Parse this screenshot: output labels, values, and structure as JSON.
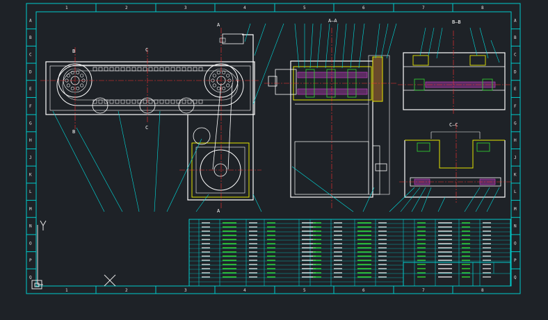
{
  "border": {
    "top_zones": [
      "1",
      "2",
      "3",
      "4",
      "5",
      "6",
      "7",
      "8"
    ],
    "bottom_zones": [
      "1",
      "2",
      "3",
      "4",
      "5",
      "6",
      "7",
      "8"
    ],
    "left_zones": [
      "A",
      "B",
      "C",
      "D",
      "E",
      "F",
      "G",
      "H",
      "J",
      "K",
      "L",
      "M",
      "N",
      "O",
      "P",
      "Q"
    ],
    "right_zones": [
      "A",
      "B",
      "C",
      "D",
      "E",
      "F",
      "G",
      "H",
      "J",
      "K",
      "L",
      "M",
      "N",
      "O",
      "P",
      "Q"
    ]
  },
  "section_labels": {
    "aa": "A—A",
    "bb": "B—B",
    "cc": "C—C",
    "b_top": "B",
    "b_bottom": "B",
    "c_top": "C",
    "c_bottom": "C",
    "a_top": "A",
    "a_bottom": "A"
  },
  "colors": {
    "background": "#1e2227",
    "frame": "#00cccc",
    "outline": "#ffffff",
    "yellow": "#e6e600",
    "centerline": "#ff3030",
    "green": "#33dd33",
    "magenta": "#d040d0",
    "callout": "#00e0e0"
  },
  "icons": {
    "ucs": "ucs-axis-icon",
    "cursor": "crosshair-icon"
  }
}
